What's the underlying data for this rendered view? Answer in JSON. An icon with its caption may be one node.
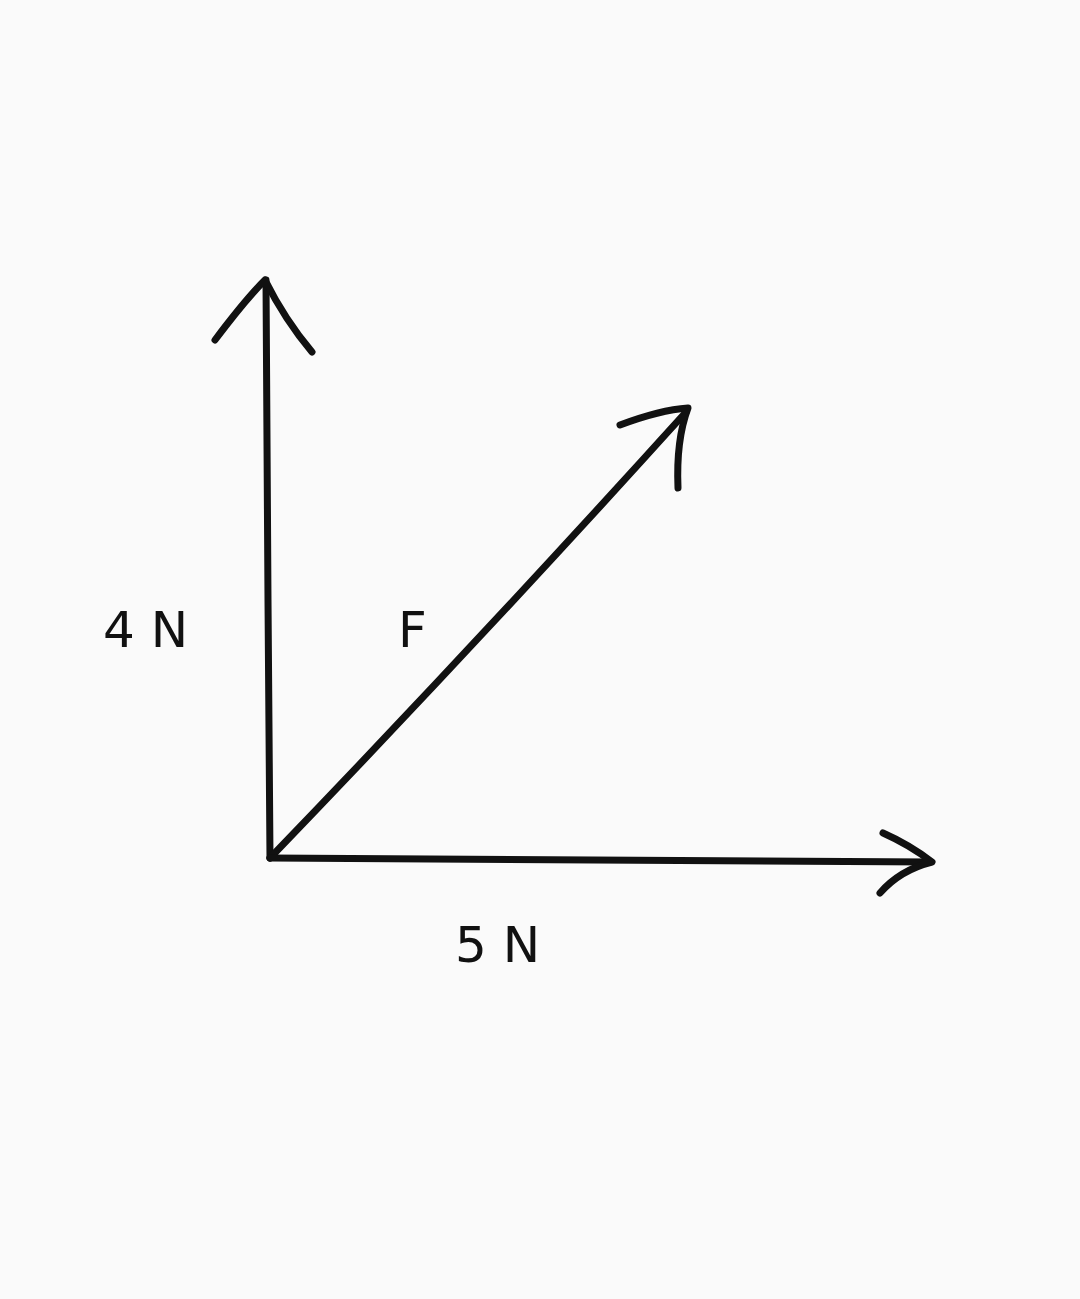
{
  "diagram": {
    "labels": [
      "4 N",
      "F",
      "5 N"
    ]
  }
}
